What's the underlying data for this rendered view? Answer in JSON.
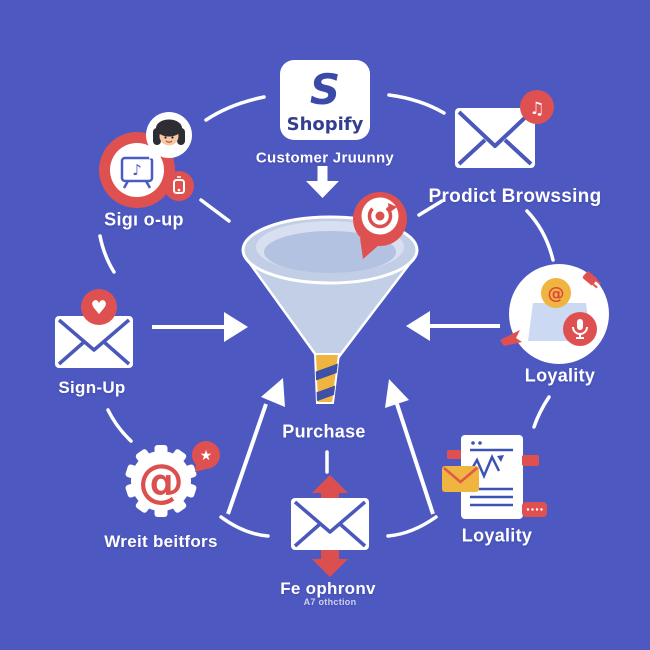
{
  "title": "Shopify customer journey funnel infographic",
  "colors": {
    "background": "#4d58c1",
    "accent_red": "#df5151",
    "accent_yellow": "#f0b440",
    "icon_blue": "#4a57bb",
    "indigo_text": "#323e8f",
    "funnel_rim": "#c2cde6",
    "funnel_inner": "#d8dff0",
    "funnel_water": "#b3c2e1",
    "white": "#ffffff"
  },
  "brand": {
    "name": "Shopify",
    "logo_glyph": "S"
  },
  "caption": "Customer Jruunny",
  "labels": {
    "signup_top": "Sigı o-up",
    "product_browsing": "Prodict Browssing",
    "signup_left": "Sign-Up",
    "loyalty_right": "Loyality",
    "write_before": "Wreit beitfors",
    "purchase": "Purchase",
    "feedback": "Fe ophronv",
    "feedback_sub": "A7 othction",
    "loyalty_bottom": "Loyality"
  },
  "glyphs": {
    "music_note_single": "♪",
    "music_note_double": "♫",
    "heart": "♥",
    "star": "★",
    "at": "@"
  }
}
